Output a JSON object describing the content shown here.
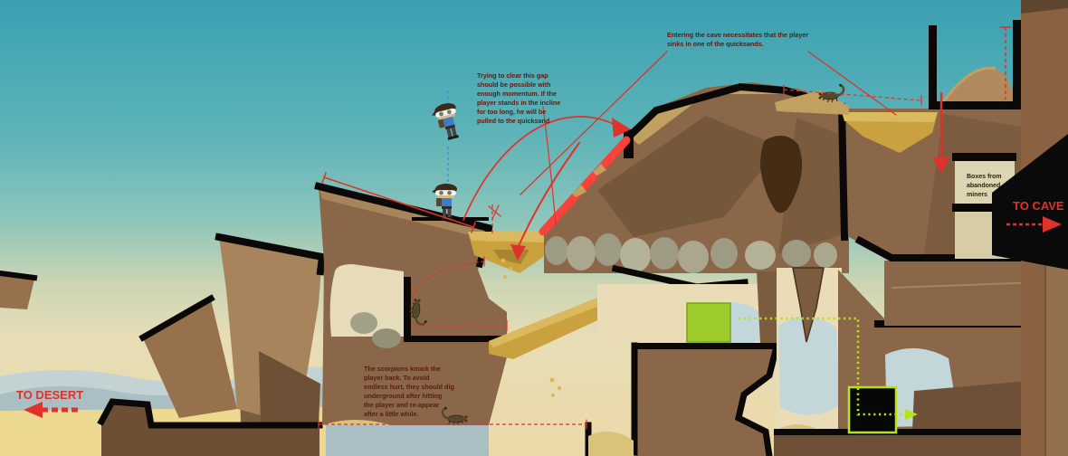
{
  "labels": {
    "to_desert": "TO DESERT",
    "to_cave": "TO CAVE"
  },
  "annotations": {
    "quicksand_cave": {
      "lines": [
        "Entering the cave necessitates that the player",
        "sinks in one of the quicksands."
      ]
    },
    "gap_jump": {
      "lines": [
        "Trying to clear this gap",
        "should be possible with",
        "enough momentum. If the",
        "player stands in the incline",
        "for too long, he will be",
        "pulled to the quicksand"
      ]
    },
    "scorpions": {
      "lines": [
        "The scorpions knock the",
        "player back. To avoid",
        "endless hurt, they should dig",
        "underground after hitting",
        "the player and re-appear",
        "after a little while."
      ]
    },
    "miner_boxes": {
      "lines": [
        "Boxes from",
        "abandoned",
        "miners"
      ]
    }
  },
  "entities": {
    "player": "player-character",
    "scorpion": "scorpion-enemy",
    "pushable_crate": "green pushable crate",
    "crate_target": "crate target slot"
  },
  "colors": {
    "accent_red": "#e0322a",
    "annotation_text": "#5a1c10",
    "outline_black": "#0b0907",
    "quicksand_gold": "#c9a13f",
    "crate_green": "#9ecb2c",
    "path_green": "#b8e312",
    "incline_red": "#f8423c",
    "sky_top": "#3aa0b2",
    "sand_pale": "#ecd98f"
  }
}
